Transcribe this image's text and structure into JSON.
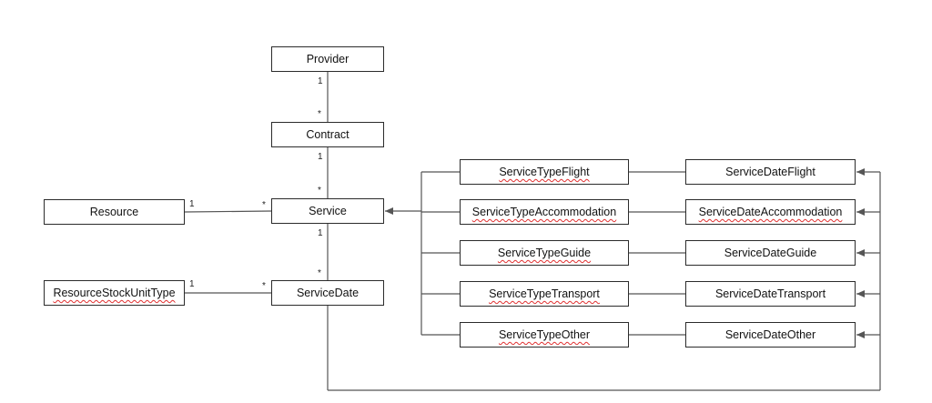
{
  "classes": {
    "provider": "Provider",
    "contract": "Contract",
    "service": "Service",
    "service_date": "ServiceDate",
    "resource": "Resource",
    "resource_stock_unit_type": "ResourceStockUnitType",
    "service_type_flight": "ServiceTypeFlight",
    "service_type_accommodation": "ServiceTypeAccommodation",
    "service_type_guide": "ServiceTypeGuide",
    "service_type_transport": "ServiceTypeTransport",
    "service_type_other": "ServiceTypeOther",
    "service_date_flight": "ServiceDateFlight",
    "service_date_accommodation": "ServiceDateAccommodation",
    "service_date_guide": "ServiceDateGuide",
    "service_date_transport": "ServiceDateTransport",
    "service_date_other": "ServiceDateOther"
  },
  "multiplicities": {
    "provider_contract_one": "1",
    "provider_contract_many": "*",
    "contract_service_one": "1",
    "contract_service_many": "*",
    "resource_service_one": "1",
    "resource_service_many": "*",
    "service_servicedate_one": "1",
    "service_servicedate_many": "*",
    "stockunit_servicedate_one": "1",
    "stockunit_servicedate_many": "*"
  },
  "colors": {
    "line": "#555555",
    "border": "#2b2b2b",
    "text": "#111111",
    "spellcheck": "#e03030"
  }
}
